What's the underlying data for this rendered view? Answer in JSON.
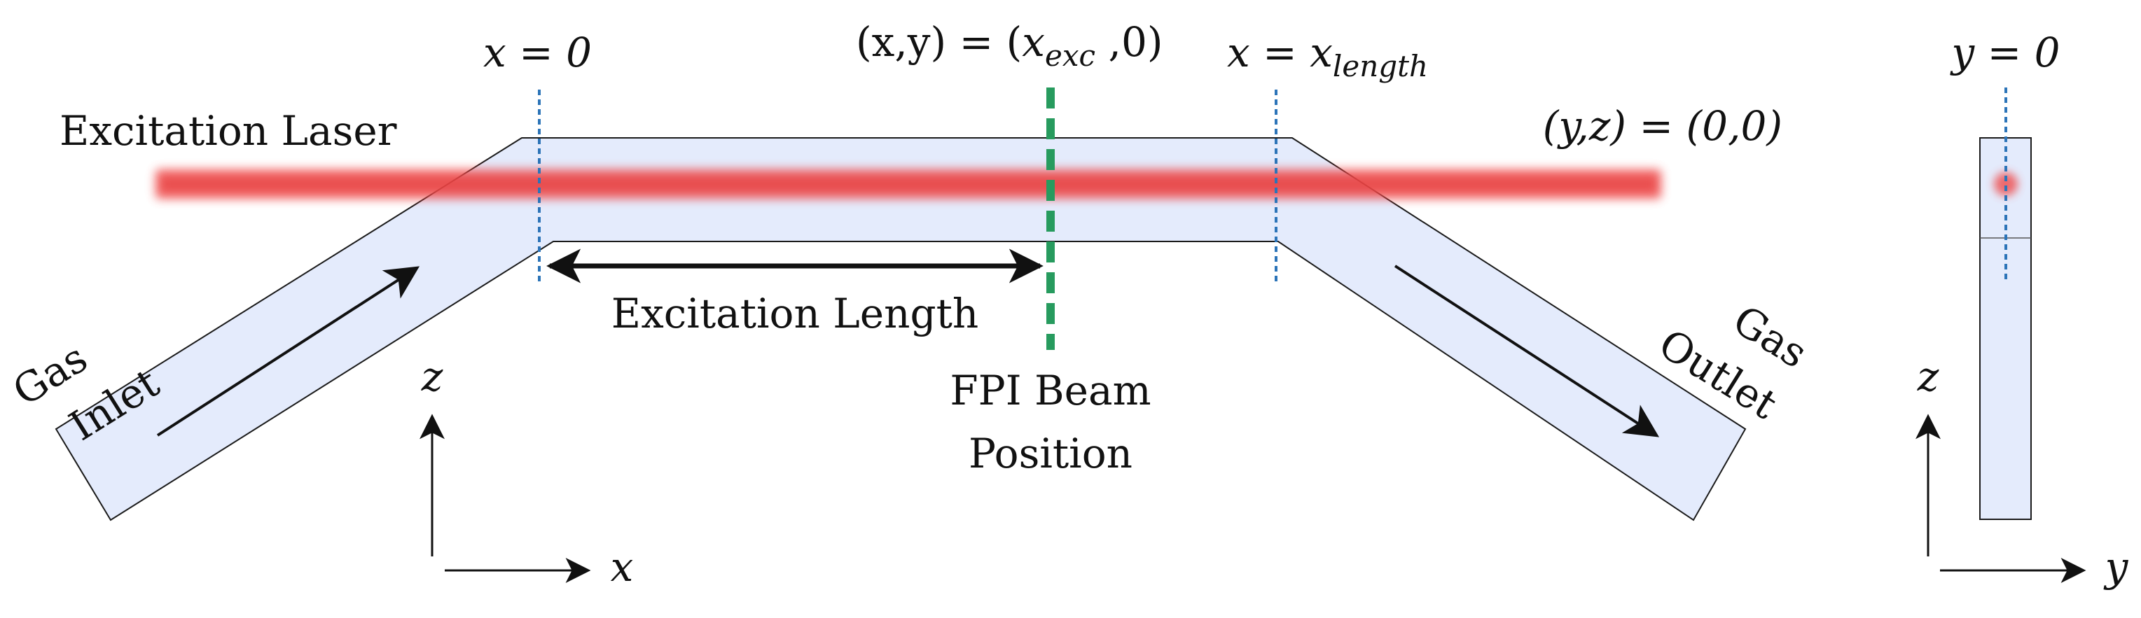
{
  "labels": {
    "x_zero": "x = 0",
    "exc_pos_prefix": "(x,y) = (",
    "exc_pos_var": "x",
    "exc_pos_sub": "exc",
    "exc_pos_suffix": " ,0)",
    "x_len_prefix": "x = ",
    "x_len_var": "x",
    "x_len_sub": "length",
    "yz_origin": "(y,z) = (0,0)",
    "excitation_laser": "Excitation Laser",
    "excitation_length": "Excitation Length",
    "fpi_line1": "FPI Beam",
    "fpi_line2": "Position",
    "gas_inlet_line1": "Gas",
    "gas_inlet_line2": "Inlet",
    "gas_outlet_line1": "Gas",
    "gas_outlet_line2": "Outlet",
    "y_zero": "y = 0",
    "axis_z": "z",
    "axis_x": "x",
    "axis_z2": "z",
    "axis_y": "y"
  },
  "colors": {
    "channel_fill": "#e4ebfc",
    "channel_stroke": "#1a1a1a",
    "laser": "#ef4a4a",
    "dotted_line": "#2c74b8",
    "fpi_line": "#279b5e",
    "arrow": "#111111"
  }
}
